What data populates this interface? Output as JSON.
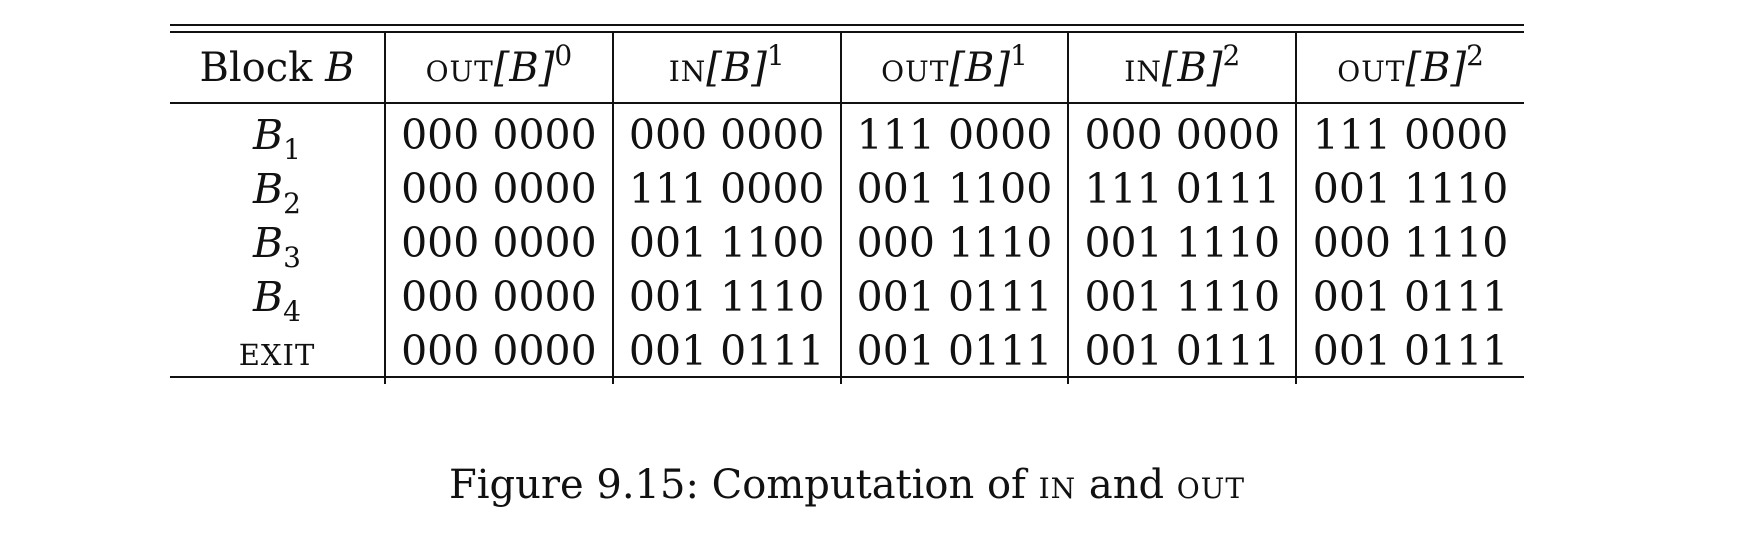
{
  "table": {
    "headers": [
      {
        "pre": "Block ",
        "main": "",
        "var": "B",
        "sup": ""
      },
      {
        "pre": "",
        "main": "out",
        "var": "[B]",
        "sup": "0"
      },
      {
        "pre": "",
        "main": "in",
        "var": "[B]",
        "sup": "1"
      },
      {
        "pre": "",
        "main": "out",
        "var": "[B]",
        "sup": "1"
      },
      {
        "pre": "",
        "main": "in",
        "var": "[B]",
        "sup": "2"
      },
      {
        "pre": "",
        "main": "out",
        "var": "[B]",
        "sup": "2"
      }
    ],
    "rows": [
      {
        "block": "B",
        "sub": "1",
        "sc": false,
        "values": [
          "000 0000",
          "000 0000",
          "111 0000",
          "000 0000",
          "111 0000"
        ]
      },
      {
        "block": "B",
        "sub": "2",
        "sc": false,
        "values": [
          "000 0000",
          "111 0000",
          "001 1100",
          "111 0111",
          "001 1110"
        ]
      },
      {
        "block": "B",
        "sub": "3",
        "sc": false,
        "values": [
          "000 0000",
          "001 1100",
          "000 1110",
          "001 1110",
          "000 1110"
        ]
      },
      {
        "block": "B",
        "sub": "4",
        "sc": false,
        "values": [
          "000 0000",
          "001 1110",
          "001 0111",
          "001 1110",
          "001 0111"
        ]
      },
      {
        "block": "exit",
        "sub": "",
        "sc": true,
        "values": [
          "000 0000",
          "001 0111",
          "001 0111",
          "001 0111",
          "001 0111"
        ]
      }
    ]
  },
  "caption": {
    "prefix": "Figure 9.15: Computation of ",
    "term1": "in",
    "middle": " and ",
    "term2": "out"
  }
}
